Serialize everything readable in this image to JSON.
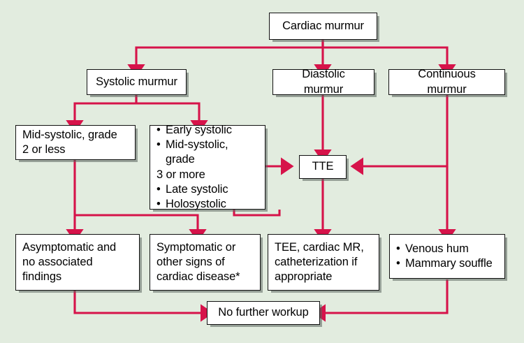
{
  "diagram": {
    "title": "Cardiac murmur evaluation algorithm",
    "background_color": "#e2ecdf",
    "arrow_color": "#d6134a",
    "node_fill": "#ffffff",
    "node_border": "#111111"
  },
  "nodes": {
    "cardiac_murmur": {
      "label": "Cardiac murmur"
    },
    "systolic_murmur": {
      "label": "Systolic murmur"
    },
    "diastolic_murmur": {
      "label": "Diastolic murmur"
    },
    "continuous_murmur": {
      "label": "Continuous murmur"
    },
    "mid_systolic_grade2": {
      "line1": "Mid-systolic, grade",
      "line2": "2 or less"
    },
    "systolic_types": {
      "items": [
        {
          "text": "Early systolic",
          "bullet": true
        },
        {
          "text": "Mid-systolic, grade",
          "bullet": true
        },
        {
          "text": "3 or more",
          "bullet": false
        },
        {
          "text": "Late systolic",
          "bullet": true
        },
        {
          "text": "Holosystolic",
          "bullet": true
        }
      ]
    },
    "tte": {
      "label": "TTE"
    },
    "asymptomatic": {
      "line1": "Asymptomatic and",
      "line2": "no associated",
      "line3": "findings"
    },
    "symptomatic": {
      "line1": "Symptomatic or",
      "line2": "other signs of",
      "line3": "cardiac disease*"
    },
    "tee_cardiac_mr": {
      "line1": "TEE, cardiac MR,",
      "line2": "catheterization if",
      "line3": "appropriate"
    },
    "benign_murmurs": {
      "items": [
        {
          "text": "Venous hum",
          "bullet": true
        },
        {
          "text": "Mammary souffle",
          "bullet": true
        }
      ]
    },
    "no_further_workup": {
      "label": "No further workup"
    }
  }
}
